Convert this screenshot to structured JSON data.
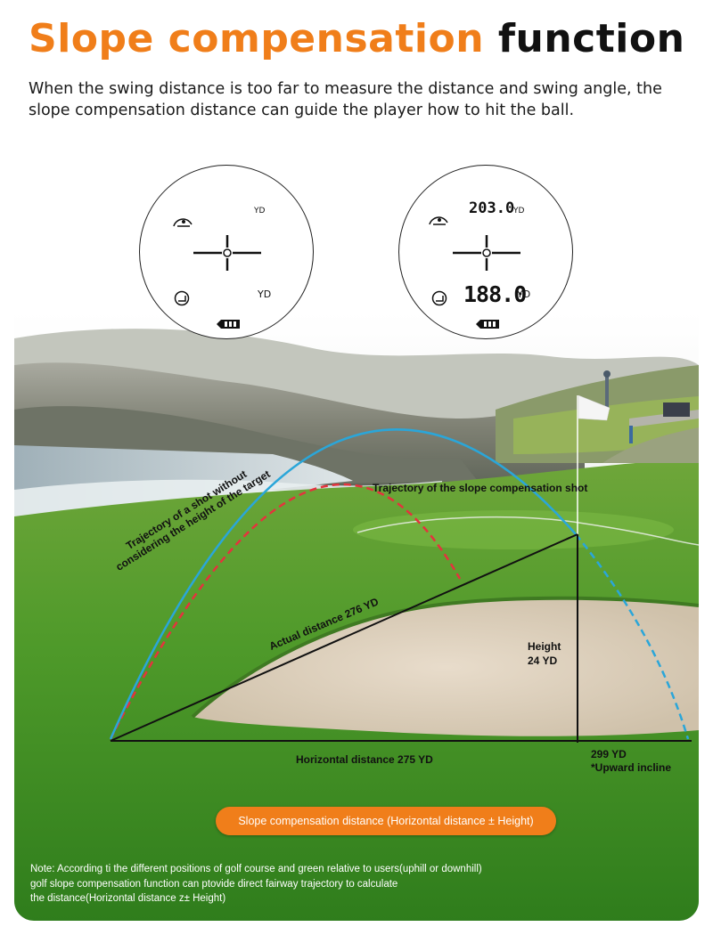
{
  "header": {
    "title_orange": "Slope compensation",
    "title_black": "function",
    "subtitle": "When the swing distance is too far to measure the distance and swing angle, the slope compensation distance can guide the player how to hit the ball."
  },
  "scopes": {
    "left": {
      "yd_top": "YD",
      "yd_mid": "YD"
    },
    "right": {
      "top_value": "203.0",
      "yd_top": "YD",
      "mid_value": "188.0",
      "yd_mid": "YD"
    }
  },
  "diagram": {
    "trajectory_slope": "Trajectory of the slope compensation shot",
    "trajectory_no_height_line1": "Trajectory of a shot without",
    "trajectory_no_height_line2": "considering the height of the target",
    "actual_distance": "Actual distance 276 YD",
    "height_line1": "Height",
    "height_line2": "24 YD",
    "horizontal_distance": "Horizontal distance 275 YD",
    "result_line1": "299 YD",
    "result_line2": "*Upward incline"
  },
  "formula": "Slope compensation distance (Horizontal distance ± Height)",
  "note": {
    "line1": "Note: According ti the different positions of golf course and green relative to users(uphill or downhill)",
    "line2": "golf slope compensation function can ptovide direct fairway trajectory to calculate",
    "line3": "the distance(Horizontal distance z± Height)"
  },
  "colors": {
    "accent": "#f07e1a",
    "red_trajectory": "#e4333d",
    "blue_trajectory": "#2aa6d9"
  }
}
